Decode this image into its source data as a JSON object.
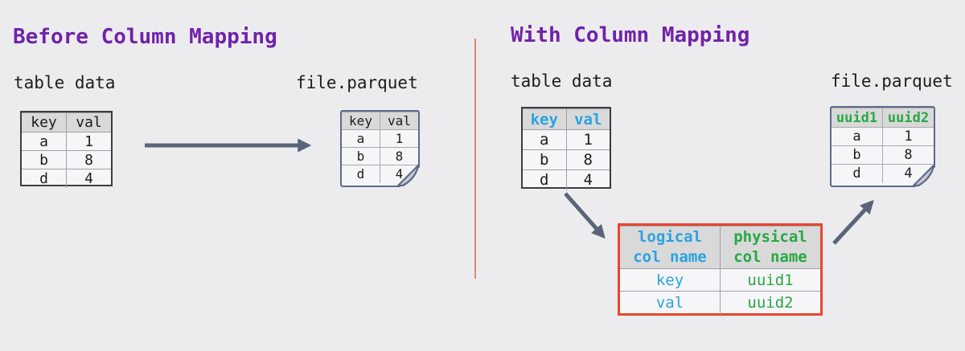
{
  "left": {
    "title": "Before Column Mapping",
    "table_data_label": "table data",
    "file_label": "file.parquet",
    "source_table": {
      "headers": [
        "key",
        "val"
      ],
      "rows": [
        [
          "a",
          "1"
        ],
        [
          "b",
          "8"
        ],
        [
          "d",
          "4"
        ]
      ]
    },
    "parquet_file_table": {
      "headers": [
        "key",
        "val"
      ],
      "rows": [
        [
          "a",
          "1"
        ],
        [
          "b",
          "8"
        ],
        [
          "d",
          "4"
        ]
      ]
    }
  },
  "right": {
    "title": "With Column Mapping",
    "table_data_label": "table data",
    "file_label": "file.parquet",
    "source_table": {
      "headers": [
        "key",
        "val"
      ],
      "rows": [
        [
          "a",
          "1"
        ],
        [
          "b",
          "8"
        ],
        [
          "d",
          "4"
        ]
      ]
    },
    "parquet_file_table": {
      "headers": [
        "uuid1",
        "uuid2"
      ],
      "rows": [
        [
          "a",
          "1"
        ],
        [
          "b",
          "8"
        ],
        [
          "d",
          "4"
        ]
      ]
    },
    "mapping_table": {
      "headers": [
        "logical col name",
        "physical col name"
      ],
      "rows": [
        [
          "key",
          "uuid1"
        ],
        [
          "val",
          "uuid2"
        ]
      ]
    }
  },
  "colors": {
    "title_purple": "#7123a8",
    "logical_blue": "#29a3e1",
    "physical_green": "#28a745",
    "mapping_border_red": "#e8462c",
    "arrow_slate": "#5b6478",
    "divider_salmon": "#dd8a72",
    "table_header_gray": "#d9d9d9",
    "background": "#ececef"
  }
}
